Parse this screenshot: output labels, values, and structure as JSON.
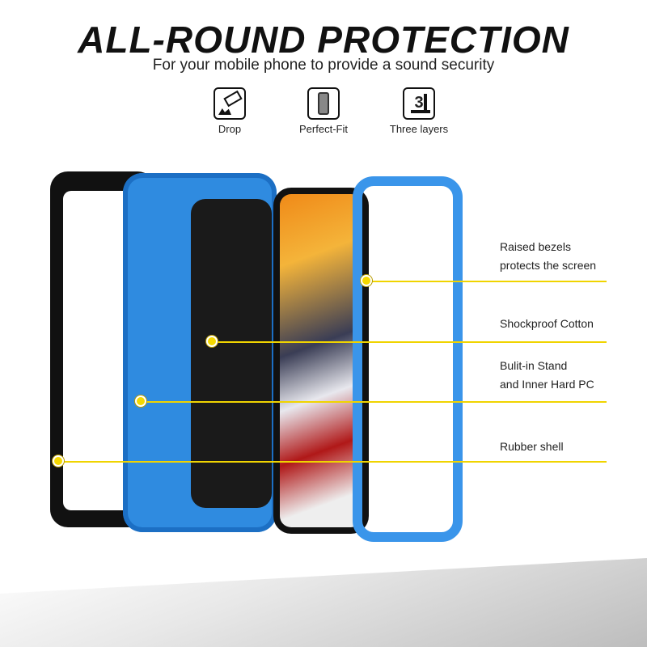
{
  "header": {
    "title": "ALL-ROUND PROTECTION",
    "subtitle": "For your mobile phone to provide a sound security"
  },
  "features": [
    {
      "label": "Drop",
      "icon": "drop-icon"
    },
    {
      "label": "Perfect-Fit",
      "icon": "perfect-fit-icon"
    },
    {
      "label": "Three layers",
      "icon": "three-layers-icon",
      "glyph": "3"
    }
  ],
  "callouts": [
    {
      "line1": "Raised bezels",
      "line2": "protects the screen"
    },
    {
      "line1": "Shockproof Cotton"
    },
    {
      "line1": "Bulit-in Stand",
      "line2": "and Inner Hard PC"
    },
    {
      "line1": "Rubber shell"
    }
  ],
  "colors": {
    "accent": "#f5d800",
    "case_blue": "#2f8be0",
    "rubber": "#111111"
  }
}
